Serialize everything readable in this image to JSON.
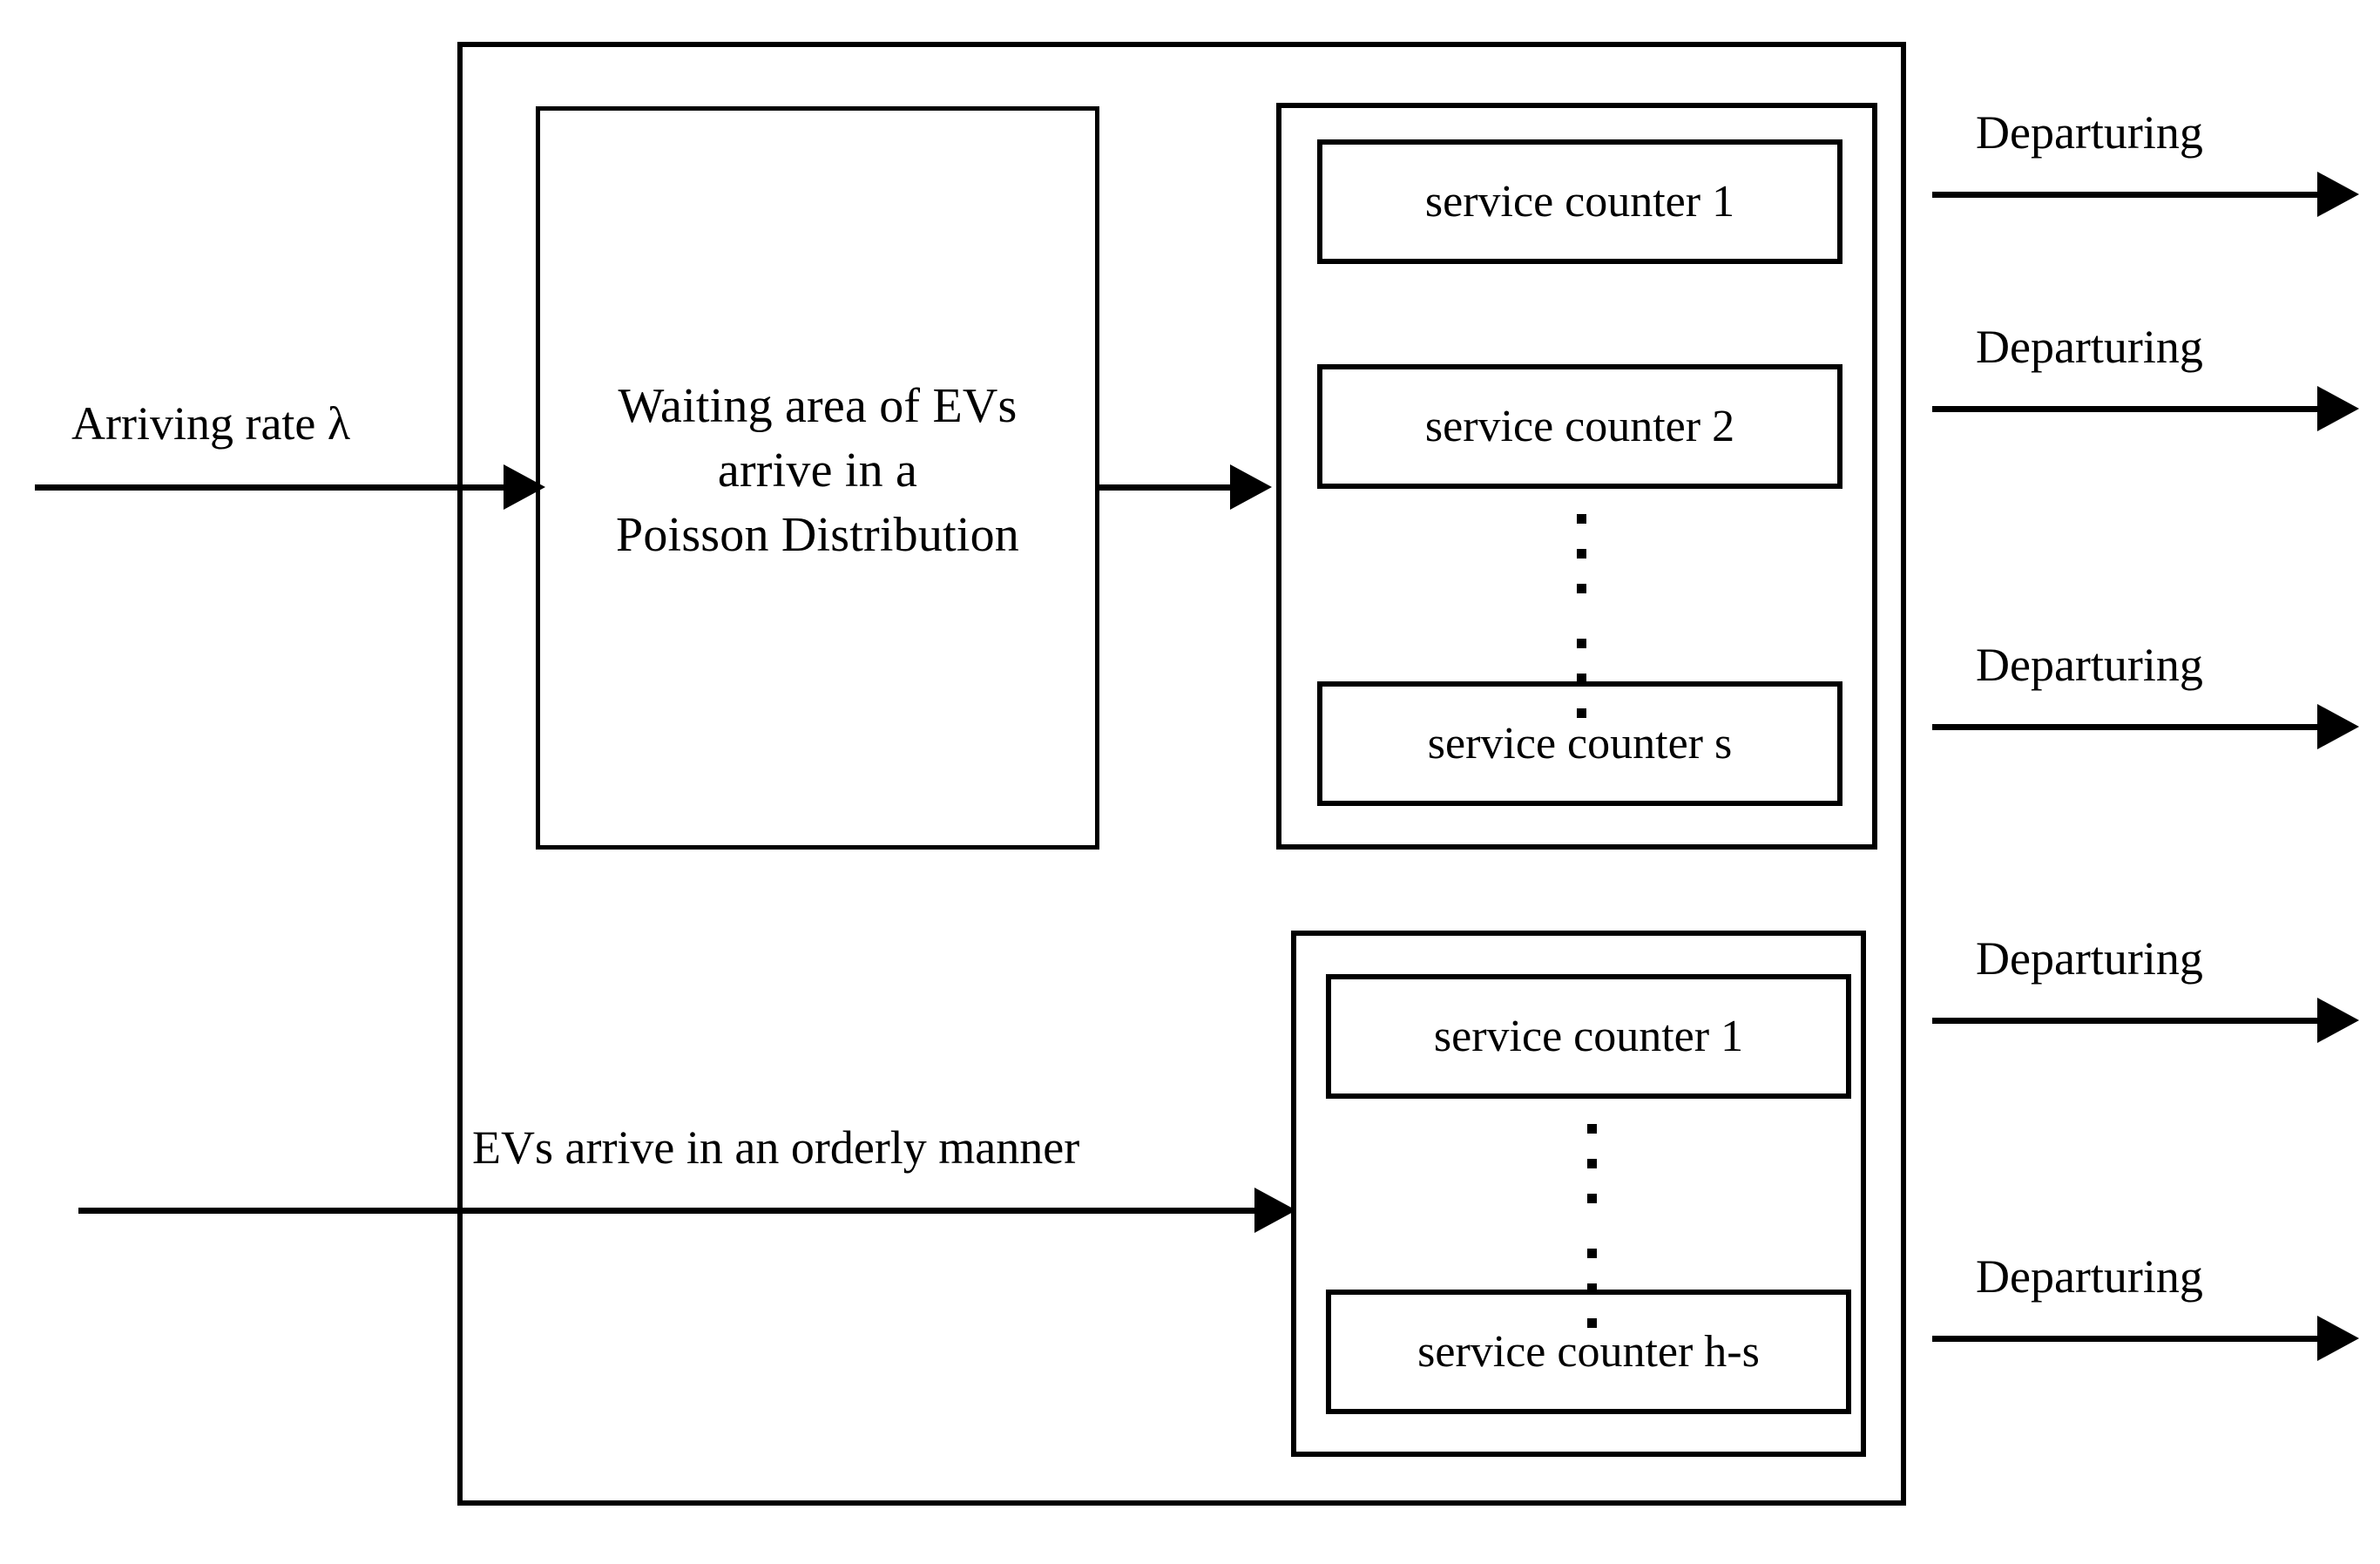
{
  "diagram": {
    "type": "queueing-system-block-diagram",
    "title": "EV charging station queueing model"
  },
  "inflows": [
    {
      "id": "poisson-inflow",
      "label": "Arriving rate λ",
      "arrow": "right-arrow-icon"
    },
    {
      "id": "orderly-inflow",
      "label": "EVs arrive in an orderly manner",
      "arrow": "right-arrow-icon"
    }
  ],
  "waiting_area": {
    "label": "Waiting area of EVs\narrive in a\nPoisson Distribution",
    "line1": "Waiting area of EVs",
    "line2": "arrive in a",
    "line3": "Poisson Distribution"
  },
  "counter_groups": [
    {
      "id": "top-counter-group",
      "counters": [
        {
          "label": "service counter 1"
        },
        {
          "label": "service counter 2"
        },
        {
          "label": "service counter s"
        }
      ],
      "ellipsis": "vertical-ellipsis-icon"
    },
    {
      "id": "bottom-counter-group",
      "counters": [
        {
          "label": "service counter 1"
        },
        {
          "label": "service counter h-s"
        }
      ],
      "ellipsis": "vertical-ellipsis-icon"
    }
  ],
  "outflows": [
    {
      "label": "Departuring",
      "arrow": "right-arrow-icon"
    },
    {
      "label": "Departuring",
      "arrow": "right-arrow-icon"
    },
    {
      "label": "Departuring",
      "arrow": "right-arrow-icon"
    },
    {
      "label": "Departuring",
      "arrow": "right-arrow-icon"
    },
    {
      "label": "Departuring",
      "arrow": "right-arrow-icon"
    }
  ],
  "colors": {
    "stroke": "#000000",
    "background": "#ffffff",
    "text": "#000000"
  }
}
